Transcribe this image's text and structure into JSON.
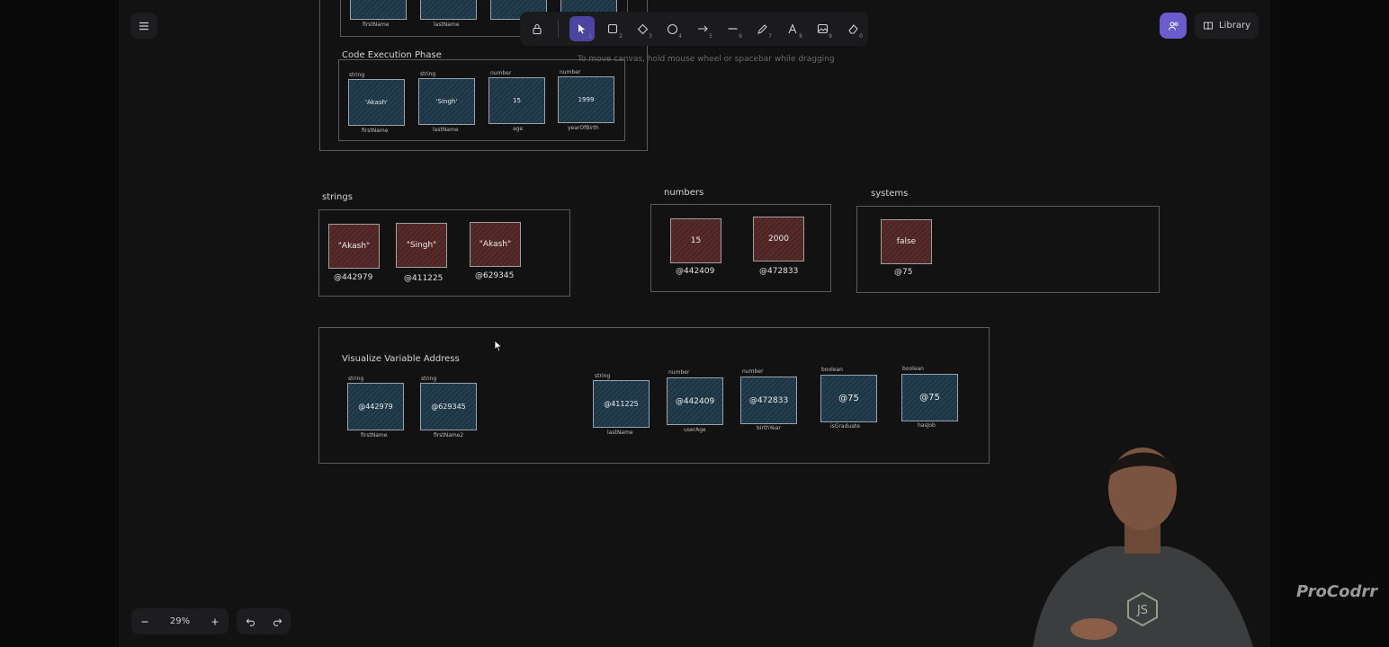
{
  "toolbar": {
    "tools": [
      {
        "name": "lock-icon",
        "key": ""
      },
      {
        "name": "selection-icon",
        "key": "1"
      },
      {
        "name": "rectangle-icon",
        "key": "2"
      },
      {
        "name": "diamond-icon",
        "key": "3"
      },
      {
        "name": "ellipse-icon",
        "key": "4"
      },
      {
        "name": "arrow-icon",
        "key": "5"
      },
      {
        "name": "line-icon",
        "key": "6"
      },
      {
        "name": "pencil-icon",
        "key": "7"
      },
      {
        "name": "text-icon",
        "key": "8"
      },
      {
        "name": "image-icon",
        "key": "9"
      },
      {
        "name": "eraser-icon",
        "key": "0"
      }
    ],
    "hint": "To move canvas, hold mouse wheel or spacebar while dragging"
  },
  "header": {
    "library_label": "Library"
  },
  "footer": {
    "zoom": "29%"
  },
  "top_frame": {
    "top_names": [
      "firstName",
      "lastName"
    ],
    "code_execution": {
      "title": "Code Execution Phase",
      "vars": [
        {
          "type": "string",
          "value": "'Akash'",
          "name": "firstName"
        },
        {
          "type": "string",
          "value": "'Singh'",
          "name": "lastName"
        },
        {
          "type": "number",
          "value": "15",
          "name": "age"
        },
        {
          "type": "number",
          "value": "1999",
          "name": "yearOfBirth"
        }
      ]
    }
  },
  "strings_group": {
    "title": "strings",
    "items": [
      {
        "value": "\"Akash\"",
        "addr": "@442979"
      },
      {
        "value": "\"Singh\"",
        "addr": "@411225"
      },
      {
        "value": "\"Akash\"",
        "addr": "@629345"
      }
    ]
  },
  "numbers_group": {
    "title": "numbers",
    "items": [
      {
        "value": "15",
        "addr": "@442409"
      },
      {
        "value": "2000",
        "addr": "@472833"
      }
    ]
  },
  "systems_group": {
    "title": "systems",
    "items": [
      {
        "value": "false",
        "addr": "@75"
      }
    ]
  },
  "visualize": {
    "title": "Visualize Variable Address",
    "vars": [
      {
        "type": "string",
        "value": "@442979",
        "name": "firstName"
      },
      {
        "type": "string",
        "value": "@629345",
        "name": "firstName2"
      },
      {
        "type": "string",
        "value": "@411225",
        "name": "lastName"
      },
      {
        "type": "number",
        "value": "@442409",
        "name": "userAge"
      },
      {
        "type": "number",
        "value": "@472833",
        "name": "birthYear"
      },
      {
        "type": "boolean",
        "value": "@75",
        "name": "isGraduate"
      },
      {
        "type": "boolean",
        "value": "@75",
        "name": "hasJob"
      }
    ]
  },
  "brand": "ProCodrr",
  "colors": {
    "accent": "#4b45a0",
    "memory_box": "#22404f",
    "heap_box": "#5a2b2a",
    "canvas_bg": "#121212"
  }
}
